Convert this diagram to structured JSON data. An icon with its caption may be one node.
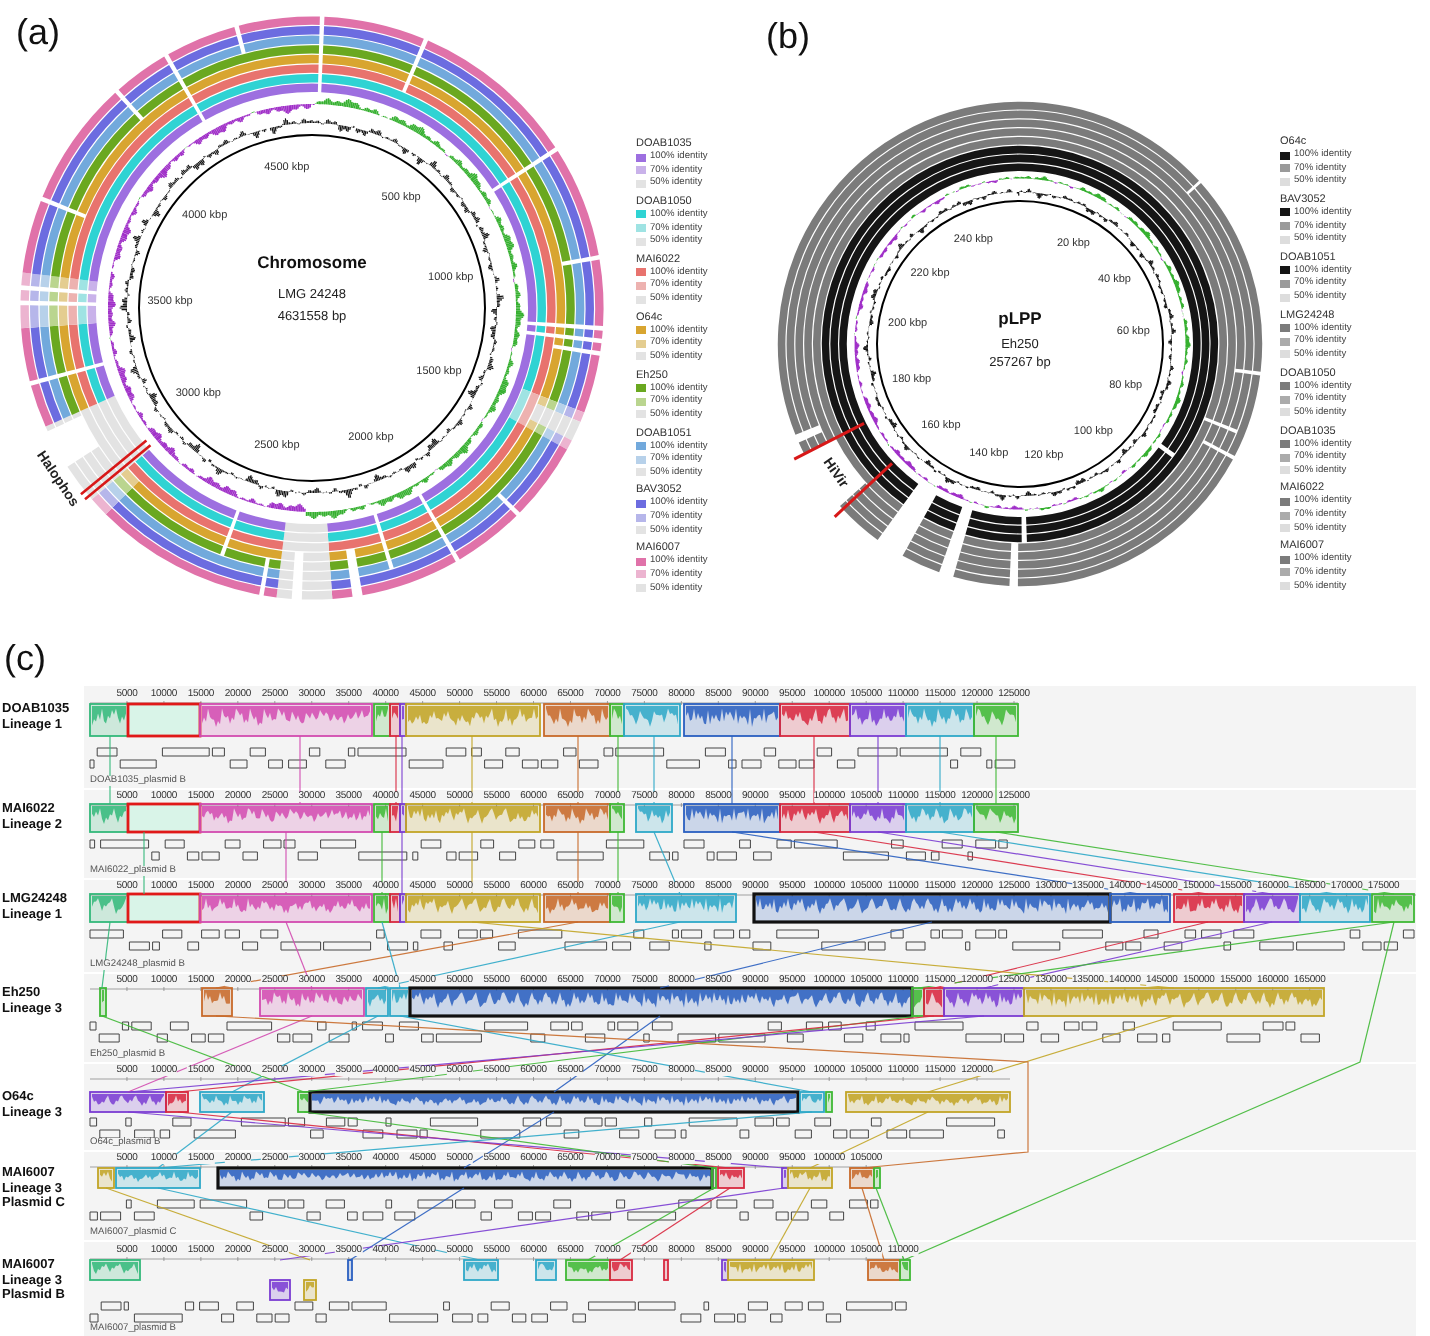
{
  "diagram": {
    "nodes": [
      {
        "text": [
          "Chromosome",
          "LMG 24248",
          "4631558 bp",
          "500 kbp",
          "1000 kbp",
          "1500 kbp",
          "2000 kbp",
          "2500 kbp",
          "3000 kbp",
          "3500 kbp",
          "4000 kbp",
          "4500 kbp"
        ]
      },
      {
        "text": [
          "pLPP",
          "Eh250",
          "257267 bp",
          "20 kbp",
          "40 kbp",
          "60 kbp",
          "80 kbp",
          "100 kbp",
          "120 kbp",
          "140 kbp",
          "160 kbp",
          "180 kbp",
          "200 kbp",
          "220 kbp",
          "240 kbp"
        ]
      },
      {
        "text": [
          "DOAB1035 Lineage 1",
          "5000",
          "10000",
          "15000",
          "20000",
          "25000",
          "30000",
          "35000",
          "40000",
          "45000",
          "50000",
          "55000",
          "60000",
          "65000",
          "70000",
          "75000",
          "80000",
          "85000",
          "90000",
          "95000",
          "100000",
          "105000",
          "110000",
          "115000",
          "120000",
          "125000",
          "DOAB1035_plasmid B"
        ]
      },
      {
        "text": [
          "MAI6022 Lineage 2",
          "5000",
          "10000",
          "15000",
          "20000",
          "25000",
          "30000",
          "35000",
          "40000",
          "45000",
          "50000",
          "55000",
          "60000",
          "65000",
          "70000",
          "75000",
          "80000",
          "85000",
          "90000",
          "95000",
          "100000",
          "105000",
          "110000",
          "115000",
          "120000",
          "125000",
          "MAI6022_plasmid B"
        ]
      },
      {
        "text": [
          "LMG24248 Lineage 1",
          "5000",
          "10000",
          "15000",
          "20000",
          "25000",
          "30000",
          "35000",
          "40000",
          "45000",
          "50000",
          "55000",
          "60000",
          "65000",
          "70000",
          "75000",
          "80000",
          "85000",
          "90000",
          "95000",
          "100000",
          "105000",
          "110000",
          "115000",
          "120000",
          "125000",
          "130000",
          "135000",
          "140000",
          "145000",
          "150000",
          "155000",
          "160000",
          "165000",
          "170000",
          "175000",
          "LMG24248_plasmid B"
        ]
      },
      {
        "text": [
          "Eh250 Lineage 3",
          "5000",
          "10000",
          "15000",
          "20000",
          "25000",
          "30000",
          "35000",
          "40000",
          "45000",
          "50000",
          "55000",
          "60000",
          "65000",
          "70000",
          "75000",
          "80000",
          "85000",
          "90000",
          "95000",
          "100000",
          "105000",
          "110000",
          "115000",
          "120000",
          "125000",
          "130000",
          "135000",
          "140000",
          "145000",
          "150000",
          "155000",
          "160000",
          "165000",
          "Eh250_plasmid B"
        ]
      },
      {
        "text": [
          "O64c Lineage 3",
          "5000",
          "10000",
          "15000",
          "20000",
          "25000",
          "30000",
          "35000",
          "40000",
          "45000",
          "50000",
          "55000",
          "60000",
          "65000",
          "70000",
          "75000",
          "80000",
          "85000",
          "90000",
          "95000",
          "100000",
          "105000",
          "110000",
          "115000",
          "120000",
          "O64c_plasmid B"
        ]
      },
      {
        "text": [
          "MAI6007 Lineage 3 Plasmid C",
          "5000",
          "10000",
          "15000",
          "20000",
          "25000",
          "30000",
          "35000",
          "40000",
          "45000",
          "50000",
          "55000",
          "60000",
          "65000",
          "70000",
          "75000",
          "80000",
          "85000",
          "90000",
          "95000",
          "100000",
          "105000",
          "MAI6007_plasmid C"
        ]
      },
      {
        "text": [
          "MAI6007 Lineage 3 Plasmid B",
          "5000",
          "10000",
          "15000",
          "20000",
          "25000",
          "30000",
          "35000",
          "40000",
          "45000",
          "50000",
          "55000",
          "60000",
          "65000",
          "70000",
          "75000",
          "80000",
          "85000",
          "90000",
          "95000",
          "100000",
          "105000",
          "110000",
          "MAI6007_plasmid B"
        ]
      }
    ],
    "edges": [
      {
        "from": 2,
        "to": 3,
        "arrow": "none",
        "color": "#33b87a"
      },
      {
        "from": 2,
        "to": 3,
        "arrow": "none",
        "color": "#d24bb0"
      },
      {
        "from": 2,
        "to": 3,
        "arrow": "none",
        "color": "#c2a526"
      },
      {
        "from": 2,
        "to": 3,
        "arrow": "none",
        "color": "#c86a2a"
      },
      {
        "from": 2,
        "to": 3,
        "arrow": "none",
        "color": "#3fb835"
      },
      {
        "from": 2,
        "to": 3,
        "arrow": "none",
        "color": "#2ea8c8"
      },
      {
        "from": 2,
        "to": 3,
        "arrow": "none",
        "color": "#2a5fc0"
      },
      {
        "from": 2,
        "to": 3,
        "arrow": "none",
        "color": "#d8283f"
      },
      {
        "from": 2,
        "to": 3,
        "arrow": "none",
        "color": "#7a3cd2"
      },
      {
        "from": 2,
        "to": 3,
        "arrow": "none",
        "color": "#2ea8c8"
      },
      {
        "from": 2,
        "to": 3,
        "arrow": "none",
        "color": "#3fb835"
      },
      {
        "from": 2,
        "to": 3,
        "arrow": "none",
        "color": "#d8283f"
      },
      {
        "from": 2,
        "to": 3,
        "arrow": "none",
        "color": "#7a3cd2"
      },
      {
        "from": 3,
        "to": 4,
        "arrow": "none",
        "color": "#33b87a"
      },
      {
        "from": 3,
        "to": 4,
        "arrow": "none",
        "color": "#d24bb0"
      },
      {
        "from": 3,
        "to": 4,
        "arrow": "none",
        "color": "#c2a526"
      },
      {
        "from": 3,
        "to": 4,
        "arrow": "none",
        "color": "#c86a2a"
      },
      {
        "from": 3,
        "to": 4,
        "arrow": "none",
        "color": "#3fb835"
      },
      {
        "from": 3,
        "to": 4,
        "arrow": "none",
        "color": "#2ea8c8"
      },
      {
        "from": 3,
        "to": 4,
        "arrow": "none",
        "color": "#2a5fc0"
      },
      {
        "from": 3,
        "to": 4,
        "arrow": "none",
        "color": "#d8283f"
      },
      {
        "from": 3,
        "to": 4,
        "arrow": "none",
        "color": "#7a3cd2"
      },
      {
        "from": 3,
        "to": 4,
        "arrow": "none",
        "color": "#2ea8c8"
      },
      {
        "from": 3,
        "to": 4,
        "arrow": "none",
        "color": "#3fb835"
      },
      {
        "from": 3,
        "to": 4,
        "arrow": "none",
        "color": "#3fb835"
      },
      {
        "from": 3,
        "to": 4,
        "arrow": "none",
        "color": "#7a3cd2"
      },
      {
        "from": 4,
        "to": 5,
        "arrow": "none",
        "color": "#33b87a"
      },
      {
        "from": 4,
        "to": 5,
        "arrow": "none",
        "color": "#c86a2a"
      },
      {
        "from": 4,
        "to": 5,
        "arrow": "none",
        "color": "#d24bb0"
      },
      {
        "from": 4,
        "to": 5,
        "arrow": "none",
        "color": "#2ea8c8"
      },
      {
        "from": 4,
        "to": 5,
        "arrow": "none",
        "color": "#2a5fc0"
      },
      {
        "from": 4,
        "to": 5,
        "arrow": "none",
        "color": "#d8283f"
      },
      {
        "from": 4,
        "to": 5,
        "arrow": "none",
        "color": "#7a3cd2"
      },
      {
        "from": 4,
        "to": 5,
        "arrow": "none",
        "color": "#c2a526"
      },
      {
        "from": 4,
        "to": 5,
        "arrow": "none",
        "color": "#3fb835"
      },
      {
        "from": 4,
        "to": 5,
        "arrow": "none",
        "color": "#2ea8c8"
      },
      {
        "from": 5,
        "to": 6,
        "arrow": "none",
        "color": "#d24bb0"
      },
      {
        "from": 5,
        "to": 6,
        "arrow": "none",
        "color": "#2ea8c8"
      },
      {
        "from": 5,
        "to": 6,
        "arrow": "none",
        "color": "#2a5fc0"
      },
      {
        "from": 5,
        "to": 6,
        "arrow": "none",
        "color": "#3fb835"
      },
      {
        "from": 5,
        "to": 6,
        "arrow": "none",
        "color": "#d8283f"
      },
      {
        "from": 5,
        "to": 6,
        "arrow": "none",
        "color": "#7a3cd2"
      },
      {
        "from": 5,
        "to": 6,
        "arrow": "none",
        "color": "#c2a526"
      },
      {
        "from": 5,
        "to": 6,
        "arrow": "none",
        "color": "#2ea8c8"
      },
      {
        "from": 5,
        "to": 6,
        "arrow": "none",
        "color": "#3fb835"
      },
      {
        "from": 6,
        "to": 7,
        "arrow": "none",
        "color": "#d8283f"
      },
      {
        "from": 6,
        "to": 7,
        "arrow": "none",
        "color": "#7a3cd2"
      },
      {
        "from": 6,
        "to": 7,
        "arrow": "none",
        "color": "#2ea8c8"
      },
      {
        "from": 6,
        "to": 7,
        "arrow": "none",
        "color": "#2a5fc0"
      },
      {
        "from": 6,
        "to": 7,
        "arrow": "none",
        "color": "#3fb835"
      },
      {
        "from": 6,
        "to": 7,
        "arrow": "none",
        "color": "#c2a526"
      },
      {
        "from": 6,
        "to": 7,
        "arrow": "none",
        "color": "#2ea8c8"
      },
      {
        "from": 5,
        "to": 7,
        "arrow": "none",
        "color": "#c86a2a"
      },
      {
        "from": 7,
        "to": 8,
        "arrow": "none",
        "color": "#c2a526"
      },
      {
        "from": 7,
        "to": 8,
        "arrow": "none",
        "color": "#2ea8c8"
      },
      {
        "from": 7,
        "to": 8,
        "arrow": "none",
        "color": "#2a5fc0"
      },
      {
        "from": 7,
        "to": 8,
        "arrow": "none",
        "color": "#d8283f"
      },
      {
        "from": 7,
        "to": 8,
        "arrow": "none",
        "color": "#7a3cd2"
      },
      {
        "from": 7,
        "to": 8,
        "arrow": "none",
        "color": "#c2a526"
      },
      {
        "from": 7,
        "to": 8,
        "arrow": "none",
        "color": "#c86a2a"
      },
      {
        "from": 7,
        "to": 8,
        "arrow": "none",
        "color": "#3fb835"
      },
      {
        "from": 7,
        "to": 8,
        "arrow": "none",
        "color": "#3fb835"
      },
      {
        "from": 4,
        "to": 8,
        "arrow": "none",
        "color": "#3fb835"
      }
    ],
    "labels": [
      "(a)",
      "Halophos",
      "DOAB1035",
      "DOAB1050",
      "MAI6022",
      "O64c",
      "Eh250",
      "DOAB1051",
      "BAV3052",
      "MAI6007",
      "(b)",
      "HiVir",
      "O64c",
      "BAV3052",
      "DOAB1051",
      "LMG24248",
      "DOAB1050",
      "DOAB1035",
      "MAI6022",
      "MAI6007",
      "(c)"
    ],
    "legend": [
      {
        "text": "100% identity",
        "color": "#9d6fe0"
      },
      {
        "text": "70% identity",
        "color": "#c9b2ea"
      },
      {
        "text": "50% identity",
        "color": "#e3e3e3"
      },
      {
        "text": "100% identity",
        "color": "#2fd3d3"
      },
      {
        "text": "70% identity",
        "color": "#9fe3e3"
      },
      {
        "text": "50% identity",
        "color": "#e3e3e3"
      },
      {
        "text": "100% identity",
        "color": "#e8736e"
      },
      {
        "text": "70% identity",
        "color": "#edb2b0"
      },
      {
        "text": "50% identity",
        "color": "#e3e3e3"
      },
      {
        "text": "100% identity",
        "color": "#d8a530"
      },
      {
        "text": "70% identity",
        "color": "#e4cd90"
      },
      {
        "text": "50% identity",
        "color": "#e3e3e3"
      },
      {
        "text": "100% identity",
        "color": "#6aa820"
      },
      {
        "text": "70% identity",
        "color": "#bad58f"
      },
      {
        "text": "50% identity",
        "color": "#e3e3e3"
      },
      {
        "text": "100% identity",
        "color": "#72a9dc"
      },
      {
        "text": "70% identity",
        "color": "#b7d1ea"
      },
      {
        "text": "50% identity",
        "color": "#e3e3e3"
      },
      {
        "text": "100% identity",
        "color": "#6c6ce0"
      },
      {
        "text": "70% identity",
        "color": "#b6b6ea"
      },
      {
        "text": "50% identity",
        "color": "#e3e3e3"
      },
      {
        "text": "100% identity",
        "color": "#e072a9"
      },
      {
        "text": "70% identity",
        "color": "#ecb4d0"
      },
      {
        "text": "50% identity",
        "color": "#e3e3e3"
      },
      {
        "text": "100% identity",
        "color": "#151515"
      },
      {
        "text": "70% identity",
        "color": "#9a9a9a"
      },
      {
        "text": "50% identity",
        "color": "#dddddd"
      },
      {
        "text": "100% identity",
        "color": "#151515"
      },
      {
        "text": "70% identity",
        "color": "#9a9a9a"
      },
      {
        "text": "50% identity",
        "color": "#dddddd"
      },
      {
        "text": "100% identity",
        "color": "#151515"
      },
      {
        "text": "70% identity",
        "color": "#9a9a9a"
      },
      {
        "text": "50% identity",
        "color": "#dddddd"
      },
      {
        "text": "100% identity",
        "color": "#7b7b7b"
      },
      {
        "text": "70% identity",
        "color": "#ababab"
      },
      {
        "text": "50% identity",
        "color": "#dddddd"
      },
      {
        "text": "100% identity",
        "color": "#7b7b7b"
      },
      {
        "text": "70% identity",
        "color": "#ababab"
      },
      {
        "text": "50% identity",
        "color": "#dddddd"
      },
      {
        "text": "100% identity",
        "color": "#7b7b7b"
      },
      {
        "text": "70% identity",
        "color": "#ababab"
      },
      {
        "text": "50% identity",
        "color": "#dddddd"
      },
      {
        "text": "100% identity",
        "color": "#7b7b7b"
      },
      {
        "text": "70% identity",
        "color": "#ababab"
      },
      {
        "text": "50% identity",
        "color": "#dddddd"
      },
      {
        "text": "100% identity",
        "color": "#7b7b7b"
      },
      {
        "text": "70% identity",
        "color": "#ababab"
      },
      {
        "text": "50% identity",
        "color": "#dddddd"
      }
    ]
  }
}
